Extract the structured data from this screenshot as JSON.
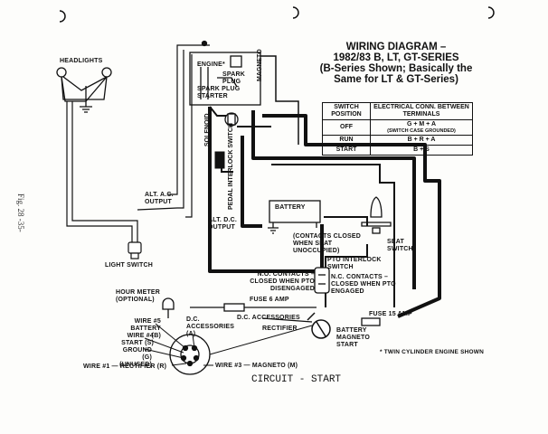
{
  "title": {
    "line1": "WIRING DIAGRAM –",
    "line2": "1982/83 B, LT, GT-SERIES",
    "line3": "(B-Series Shown; Basically the",
    "line4": "Same for LT & GT-Series)"
  },
  "table": {
    "headers": [
      "SWITCH POSITION",
      "ELECTRICAL CONN. BETWEEN TERMINALS"
    ],
    "rows": [
      {
        "position": "OFF",
        "conn": "G + M + A",
        "note": "(SWITCH CASE GROUNDED)"
      },
      {
        "position": "RUN",
        "conn": "B + R + A",
        "note": ""
      },
      {
        "position": "START",
        "conn": "B + S",
        "note": ""
      }
    ]
  },
  "labels": {
    "headlights": "HEADLIGHTS",
    "engine": "ENGINE*",
    "spark_plug": "SPARK PLUG",
    "spark_plug_starter": "SPARK PLUG STARTER",
    "magneto_top": "MAGNETO",
    "solenoid": "SOLENOID",
    "pedal_interlock": "PEDAL INTERLOCK SWITCH",
    "alt_ac": "ALT. A.C. OUTPUT",
    "alt_dc": "ALT. D.C. OUTPUT",
    "battery": "BATTERY",
    "contacts_closed": "(CONTACTS CLOSED WHEN SEAT UNOCCUPIED)",
    "seat_switch": "SEAT SWITCH",
    "light_switch": "LIGHT SWITCH",
    "pto_interlock": "PTO INTERLOCK SWITCH",
    "no_contacts": "N.O. CONTACTS – CLOSED WHEN PTO DISENGAGED",
    "nc_contacts": "N.C. CONTACTS – CLOSED WHEN PTO ENGAGED",
    "hour_meter": "HOUR METER (OPTIONAL)",
    "fuse6": "FUSE 6 AMP",
    "fuse15": "FUSE 15 AMP",
    "dc_accessories": "D.C. ACCESSORIES",
    "dc_accessories_a": "D.C. ACCESSORIES (A)",
    "rectifier": "RECTIFIER",
    "battery_magneto_start": "BATTERY MAGNETO START",
    "wire5": "WIRE #5 BATTERY (B)",
    "wire4": "WIRE #4 START (S)",
    "ground": "GROUND (G) (UNUSED)",
    "wire1": "WIRE #1 — RECTIFIER (R)",
    "wire3": "WIRE #3 — MAGNETO (M)",
    "twin_note": "* TWIN CYLINDER ENGINE SHOWN"
  },
  "caption": "CIRCUIT - START",
  "margin_note": "Fig. 28  -35-",
  "colors": {
    "ink": "#111111",
    "paper": "#fdfdfb"
  }
}
